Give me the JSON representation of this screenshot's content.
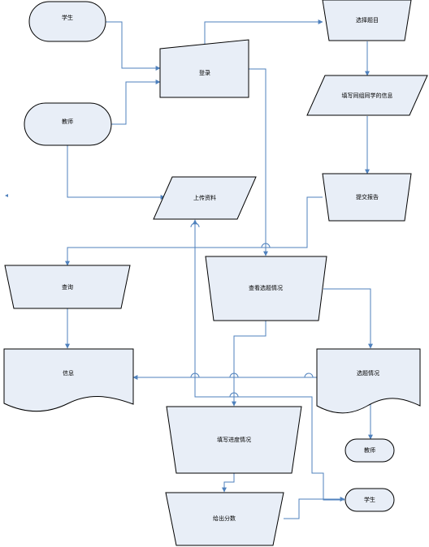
{
  "nodes": {
    "student_start": "学生",
    "teacher_start": "教师",
    "login": "登录",
    "upload": "上传资料",
    "select_topic": "选择题目",
    "fill_team_info": "填写同组同学的信息",
    "submit_report": "提交报告",
    "query": "查询",
    "info": "信息",
    "view_topic_status": "查看选题情况",
    "topic_status": "选题情况",
    "teacher_end": "教师",
    "fill_progress": "填写进度情况",
    "student_end": "学生",
    "output_score": "给出分数"
  },
  "colors": {
    "shape_fill": "#e8eef7",
    "connector": "#4f81bd",
    "outline": "#000000"
  }
}
